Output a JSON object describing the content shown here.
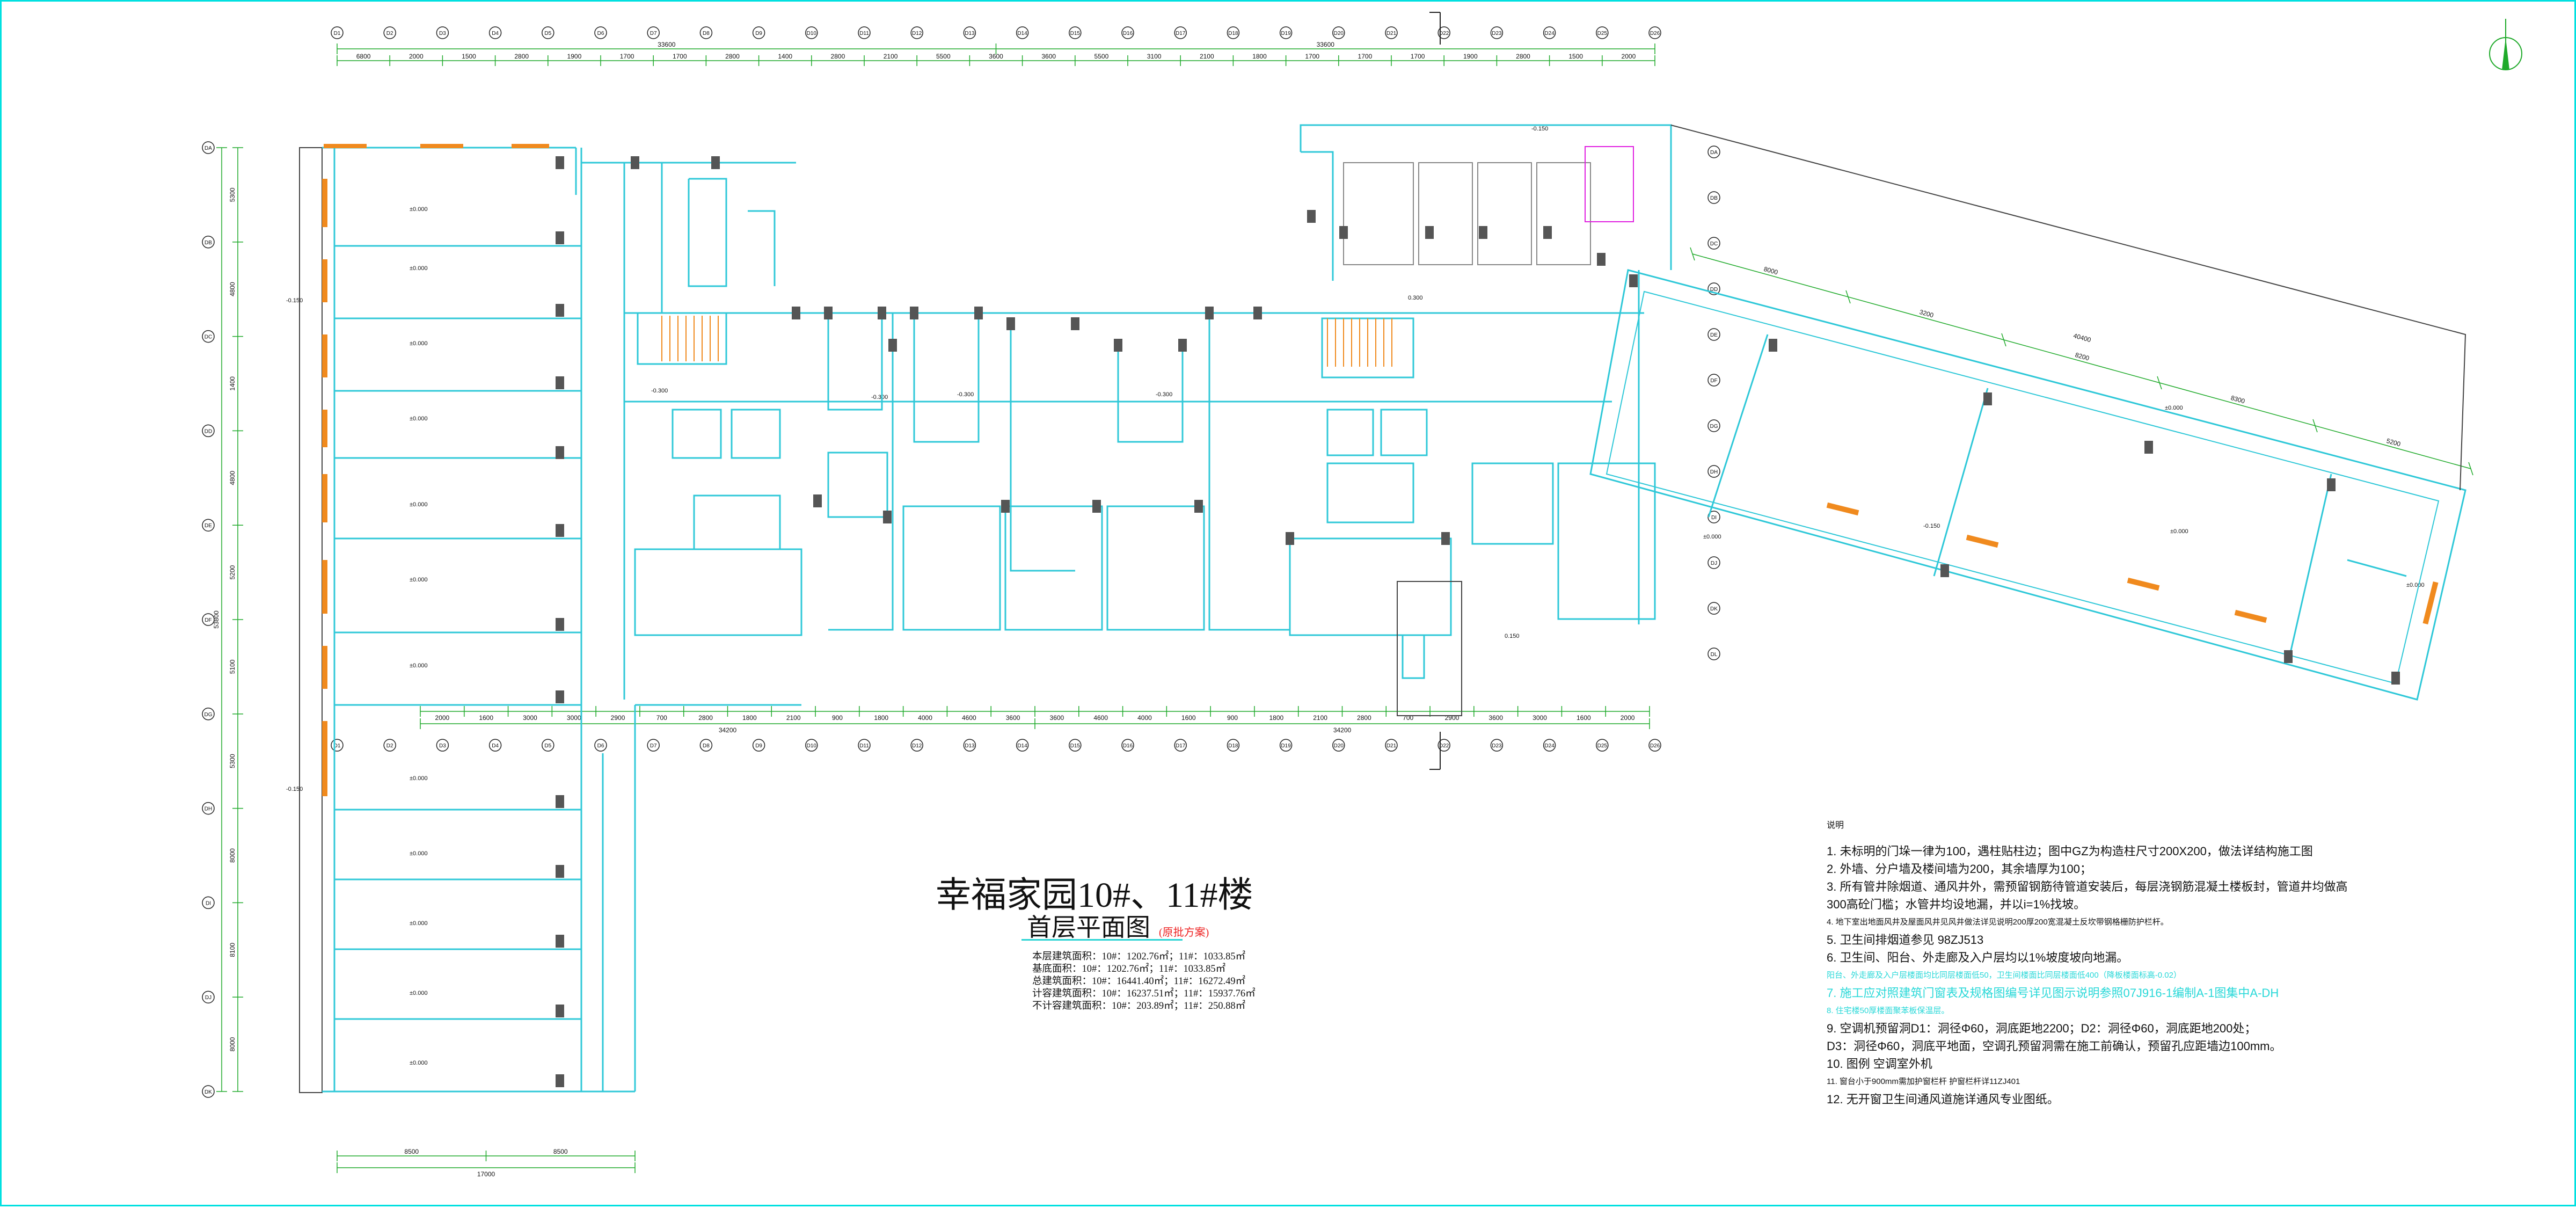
{
  "drawing": {
    "title": "幸福家园10#、11#楼",
    "subtitle": "首层平面图",
    "subtitle_note": "(原批方案)",
    "areas": [
      "本层建筑面积：10#：1202.76㎡；11#：1033.85㎡",
      "基底面积：10#：1202.76㎡；11#：1033.85㎡",
      "总建筑面积：10#：16441.40㎡；11#：16272.49㎡",
      "计容建筑面积：10#：16237.51㎡；11#：15937.76㎡",
      "不计容建筑面积：10#：203.89㎡；11#：250.88㎡"
    ]
  },
  "notes": {
    "header": "说明",
    "items": [
      "1. 未标明的门垛一律为100，遇柱贴柱边；图中GZ为构造柱尺寸200X200，做法详结构施工图",
      "2. 外墙、分户墙及楼间墙为200，其余墙厚为100；",
      "3. 所有管井除烟道、通风井外，需预留钢筋待管道安装后，每层浇钢筋混凝土楼板封，管道井均做高",
      "300高砼门槛；水管井均设地漏，并以i=1%找坡。",
      "4. 地下室出地面风井及屋面风井见风井做法详见说明200厚200宽混凝土反坎带钢格栅防护栏杆。",
      "5. 卫生间排烟道参见  98ZJ513",
      "6. 卫生间、阳台、外走廊及入户层均以1%坡度坡向地漏。",
      "阳台、外走廊及入户层楼面均比同层楼面低50，卫生间楼面比同层楼面低400（降板楼面标高-0.02）",
      "7. 施工应对照建筑门窗表及规格图编号详见图示说明参照07J916-1编制A-1图集中A-DH",
      "8. 住宅楼50厚楼面聚苯板保温层。",
      "9. 空调机预留洞D1：洞径Φ60，洞底距地2200；D2：洞径Φ60，洞底距地200处；",
      "D3：洞径Φ60，洞底平地面，空调孔预留洞需在施工前确认，预留孔应距墙边100mm。",
      "10. 图例    空调室外机",
      "11. 窗台小于900mm需加护窗栏杆 护窗栏杆详11ZJ401",
      "12. 无开窗卫生间通风道施详通风专业图纸。"
    ]
  },
  "dimensions": {
    "top": [
      "6800",
      "2000",
      "1500",
      "2800",
      "1900",
      "1700",
      "1700",
      "2800",
      "1400",
      "2800",
      "2100",
      "5500",
      "3600",
      "3600",
      "5500",
      "3100",
      "2100",
      "1800",
      "1700",
      "1700",
      "1700",
      "1900",
      "2800",
      "1500",
      "2000"
    ],
    "top_totals": [
      "33600",
      "33600"
    ],
    "left": [
      "5300",
      "4800",
      "1400",
      "4800",
      "5200",
      "5100",
      "5300",
      "8000",
      "8100",
      "8000"
    ],
    "left_total": "53800",
    "middle": [
      "2000",
      "1600",
      "3000",
      "3000",
      "2900",
      "700",
      "2800",
      "1800",
      "2100",
      "900",
      "1800",
      "4000",
      "4600",
      "3600",
      "3600",
      "4600",
      "4000",
      "1600",
      "900",
      "1800",
      "2100",
      "2800",
      "700",
      "2900",
      "3600",
      "3000",
      "1600",
      "2000"
    ],
    "middle_totals": [
      "34200",
      "34200"
    ],
    "bottom": [
      "8500",
      "8500"
    ],
    "bottom_total": "17000",
    "right": [
      "8000",
      "3200",
      "8200",
      "8300",
      "5200"
    ],
    "right_total": "40400",
    "level_marks": [
      "±0.000",
      "-0.150",
      "-0.300",
      "0.300",
      "0.150"
    ],
    "axis_prefix": "D"
  },
  "colors": {
    "wall": "#2fc8d8",
    "dim": "#1faa2a",
    "column": "#555555",
    "window": "#f08a1e",
    "magenta": "#e020e0",
    "text": "#111111"
  },
  "icons": [
    "north-arrow-icon"
  ]
}
